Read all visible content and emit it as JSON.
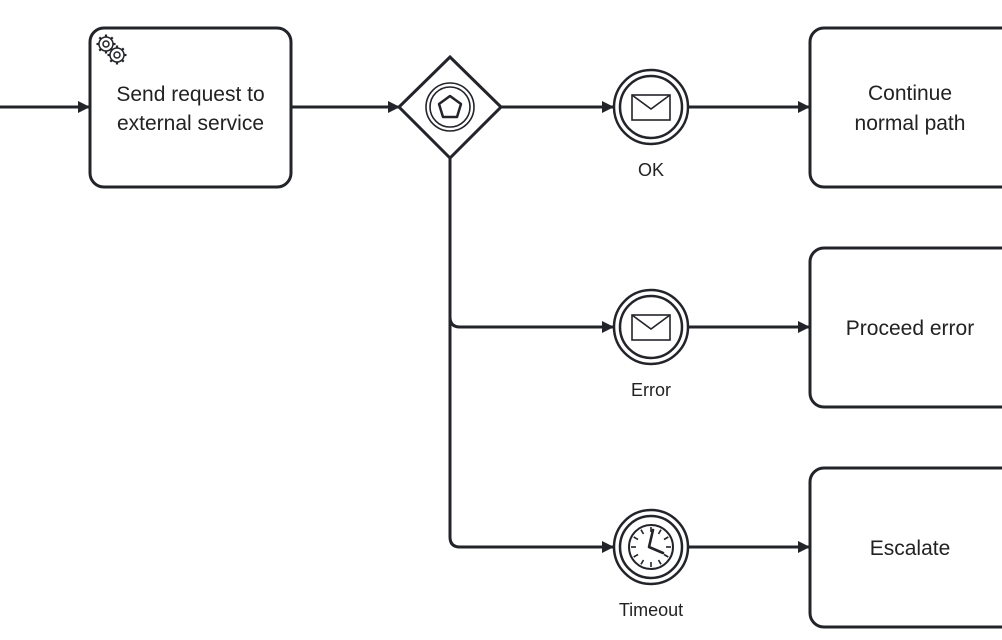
{
  "colors": {
    "stroke": "#22242a",
    "fill": "#ffffff",
    "text": "#222222"
  },
  "tasks": {
    "send": {
      "label_line1": "Send request to",
      "label_line2": "external service",
      "icon": "gear-icon"
    },
    "continue": {
      "label_line1": "Continue",
      "label_line2": "normal path"
    },
    "proceed_error": {
      "label": "Proceed error"
    },
    "escalate": {
      "label": "Escalate"
    }
  },
  "gateway": {
    "type": "event-based-gateway",
    "icon": "pentagon-icon"
  },
  "events": {
    "ok": {
      "label": "OK",
      "icon": "envelope-icon"
    },
    "error": {
      "label": "Error",
      "icon": "envelope-icon"
    },
    "timeout": {
      "label": "Timeout",
      "icon": "clock-icon"
    }
  }
}
